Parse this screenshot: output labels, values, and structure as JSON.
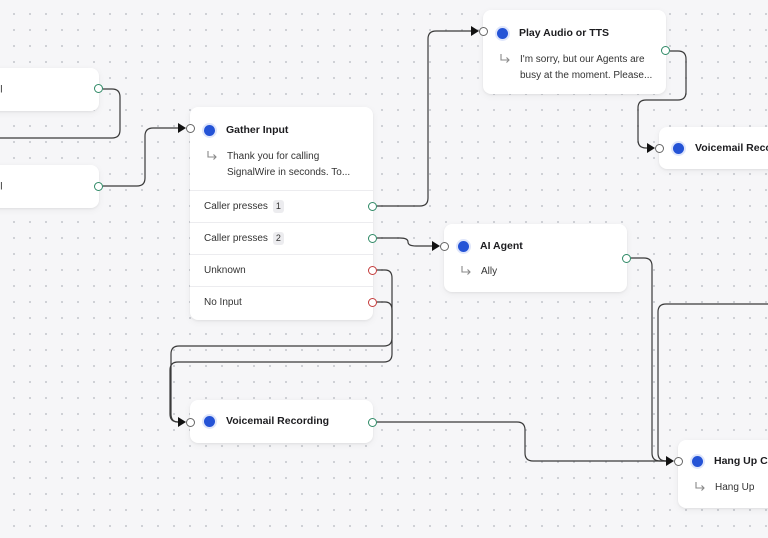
{
  "canvas": {
    "accent_color": "#2453d6",
    "success_port_color": "#2f8a66",
    "failure_port_color": "#c43b3b",
    "edge_color": "#3a3a3a"
  },
  "nodes": {
    "left_top": {
      "label": "ll"
    },
    "left_bottom": {
      "label": "ll"
    },
    "gather_input": {
      "title": "Gather Input",
      "description": "Thank you for calling\nSignalWire in seconds. To...",
      "branches": [
        {
          "label": "Caller presses",
          "key": "1"
        },
        {
          "label": "Caller presses",
          "key": "2"
        },
        {
          "label": "Unknown",
          "key": ""
        },
        {
          "label": "No Input",
          "key": ""
        }
      ]
    },
    "play_audio": {
      "title": "Play Audio or TTS",
      "description": "I'm sorry, but our Agents are\nbusy at the moment. Please..."
    },
    "voicemail_top": {
      "title": "Voicemail Recording"
    },
    "ai_agent": {
      "title": "AI Agent",
      "description": "Ally"
    },
    "voicemail_bottom": {
      "title": "Voicemail Recording"
    },
    "hang_up": {
      "title": "Hang Up Call",
      "description": "Hang Up"
    }
  }
}
